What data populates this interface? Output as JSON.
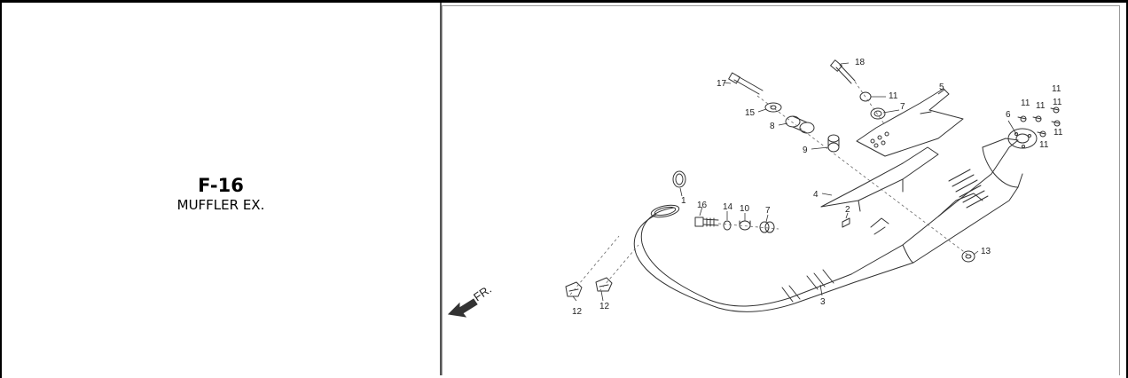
{
  "figure": {
    "code": "F-16",
    "title": "MUFFLER EX."
  },
  "direction_label": "FR.",
  "callouts": [
    "18",
    "17",
    "11",
    "5",
    "7",
    "15",
    "8",
    "6",
    "11",
    "11",
    "11",
    "11",
    "11",
    "11",
    "9",
    "1",
    "16",
    "14",
    "10",
    "7",
    "2",
    "4",
    "13",
    "12",
    "12",
    "3"
  ]
}
